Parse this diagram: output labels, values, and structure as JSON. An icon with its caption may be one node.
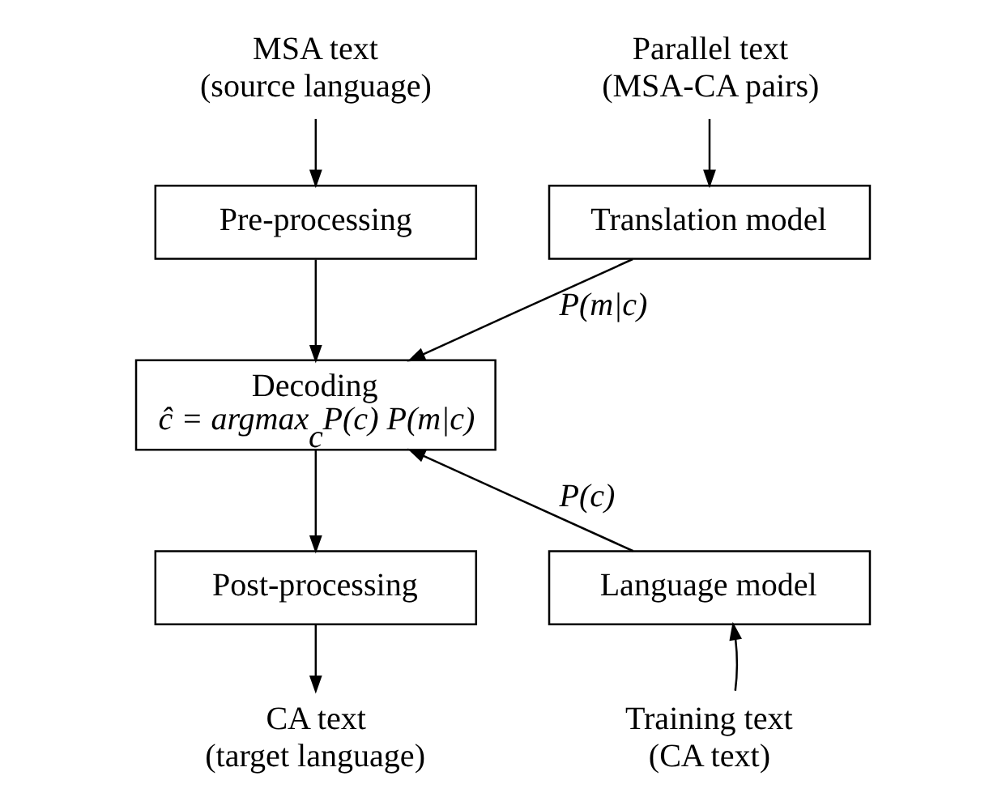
{
  "diagram": {
    "nodes": [
      {
        "text": [
          "MSA text (source language)"
        ]
      },
      {
        "text": [
          "Pre-processing"
        ]
      },
      {
        "text": [
          "Decoding",
          "ĉ = argmax$_{c}$P(c) P(m|c)"
        ]
      },
      {
        "text": [
          "Post-processing"
        ]
      },
      {
        "text": [
          "CA text (target language)"
        ]
      },
      {
        "text": [
          "Parallel text (MSA-CA pairs)"
        ]
      },
      {
        "text": [
          "Translation model"
        ]
      },
      {
        "text": [
          "Language model"
        ]
      },
      {
        "text": [
          "Training text (CA text)"
        ]
      }
    ],
    "edges": [
      {
        "from": 0,
        "to": 1,
        "arrow": "to"
      },
      {
        "from": 1,
        "to": 2,
        "arrow": "to"
      },
      {
        "from": 6,
        "to": 2,
        "arrow": "to",
        "label": "P(m|c)"
      },
      {
        "from": 7,
        "to": 2,
        "arrow": "to",
        "label": "P(c)"
      },
      {
        "from": 2,
        "to": 3,
        "arrow": "to"
      },
      {
        "from": 3,
        "to": 4,
        "arrow": "to"
      },
      {
        "from": 5,
        "to": 6,
        "arrow": "to"
      },
      {
        "from": 8,
        "to": 7,
        "arrow": "to"
      }
    ]
  }
}
